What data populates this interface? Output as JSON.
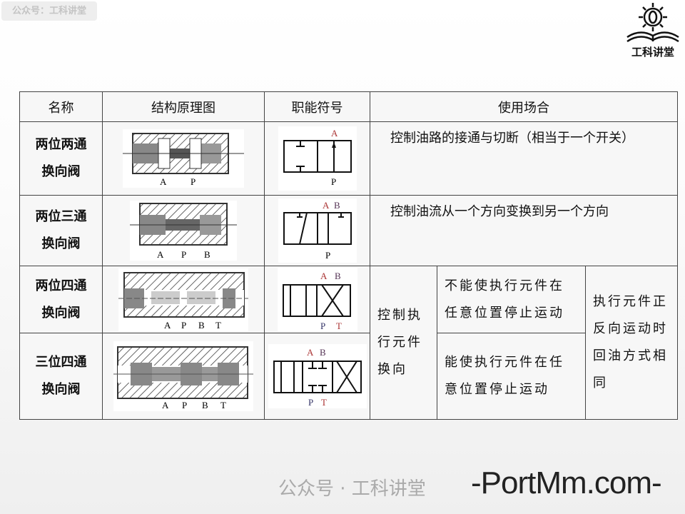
{
  "watermark_top": "公众号：工科讲堂",
  "logo": {
    "text": "工科讲堂",
    "icon": "gear-book-icon"
  },
  "table": {
    "headers": [
      "名称",
      "结构原理图",
      "职能符号",
      "使用场合"
    ],
    "rows": [
      {
        "name": "两位两通\n换向阀",
        "ports": [
          "A",
          "P"
        ],
        "symbol_ports_top": [
          "A"
        ],
        "symbol_ports_bottom": [
          "P"
        ],
        "usage": "　控制油路的接通与切断（相当于一个开关）"
      },
      {
        "name": "两位三通\n换向阀",
        "ports": [
          "A",
          "P",
          "B"
        ],
        "symbol_ports_top": [
          "A",
          "B"
        ],
        "symbol_ports_bottom": [
          "P"
        ],
        "usage": "　控制油流从一个方向变换到另一个方向"
      },
      {
        "name": "两位四通\n换向阀",
        "ports": [
          "A",
          "P",
          "B",
          "T"
        ],
        "symbol_ports_top": [
          "A",
          "B"
        ],
        "symbol_ports_bottom": [
          "P",
          "T"
        ],
        "usage_stop": "不能使执行元件在任意位置停止运动"
      },
      {
        "name": "三位四通\n换向阀",
        "ports": [
          "A",
          "P",
          "B",
          "T"
        ],
        "symbol_ports_top": [
          "A",
          "B"
        ],
        "symbol_ports_bottom": [
          "P",
          "T"
        ],
        "usage_stop": "能使执行元件在任意位置停止运动"
      }
    ],
    "usage_reversing": "控制执行元件换向",
    "usage_return": "执行元件正反向运动时回油方式相同"
  },
  "footer": {
    "brand": "-PortMm.com-",
    "watermark": "公众号 · 工科讲堂"
  }
}
